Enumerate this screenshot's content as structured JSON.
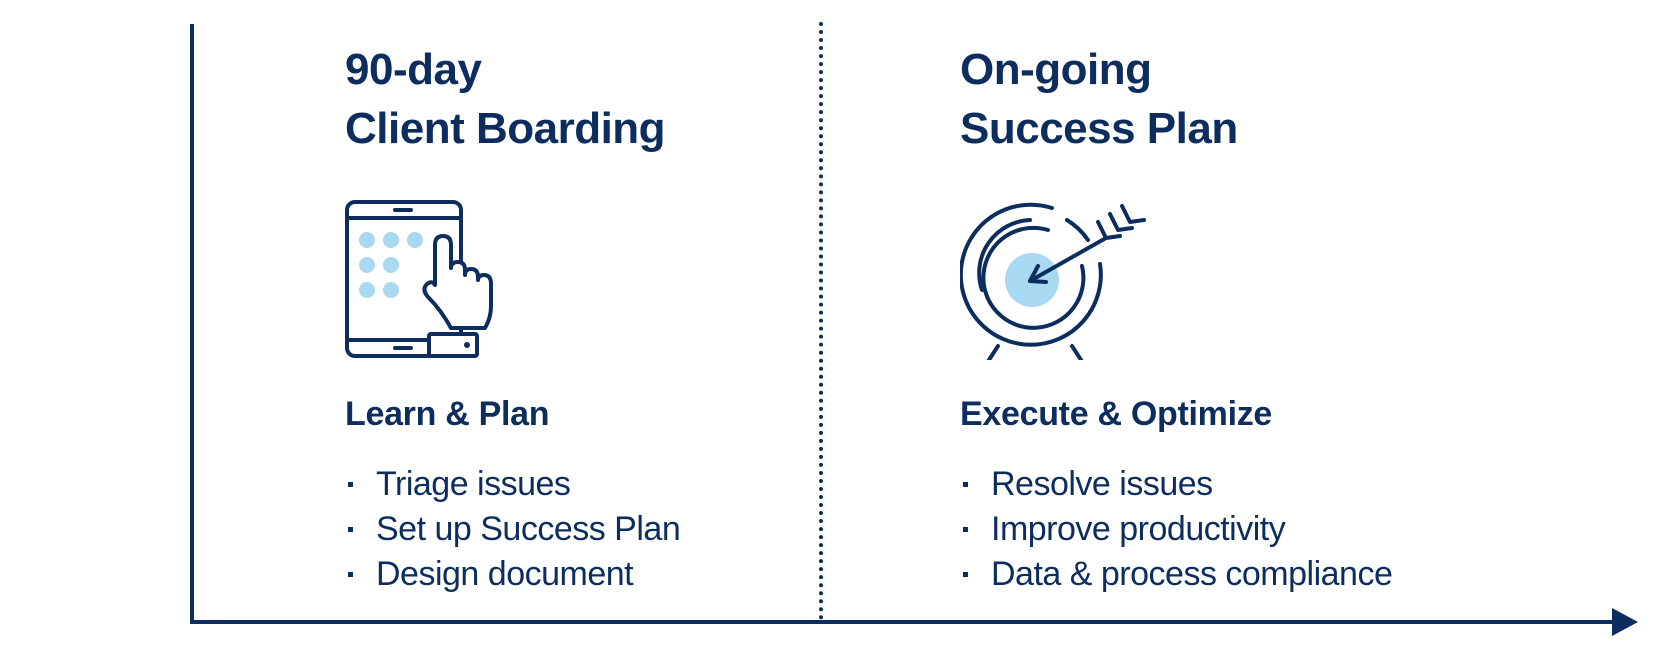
{
  "colors": {
    "navy": "#0d2d5e",
    "light_blue": "#a9d8f2"
  },
  "left": {
    "title_line1": "90-day",
    "title_line2": "Client Boarding",
    "icon": "tablet-touch-icon",
    "subtitle": "Learn & Plan",
    "bullets": [
      "Triage issues",
      "Set up Success Plan",
      "Design document"
    ]
  },
  "right": {
    "title_line1": "On-going",
    "title_line2": "Success Plan",
    "icon": "target-arrow-icon",
    "subtitle": "Execute & Optimize",
    "bullets": [
      "Resolve issues",
      "Improve productivity",
      "Data & process compliance"
    ]
  }
}
